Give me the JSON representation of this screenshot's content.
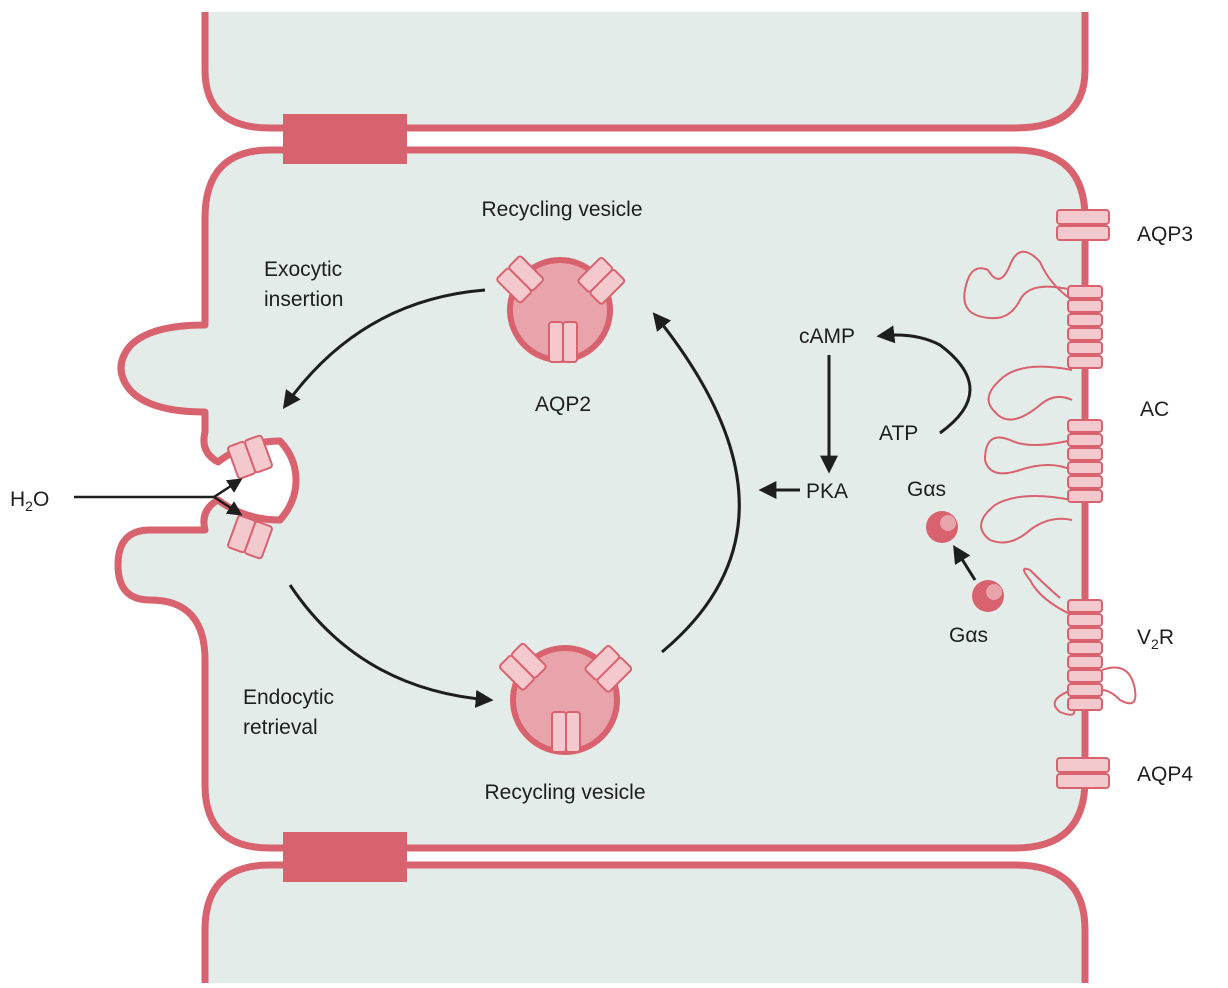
{
  "labels": {
    "recycling_vesicle_top": "Recycling vesicle",
    "recycling_vesicle_bottom": "Recycling vesicle",
    "exocytic_line1": "Exocytic",
    "exocytic_line2": "insertion",
    "endocytic_line1": "Endocytic",
    "endocytic_line2": "retrieval",
    "aqp2": "AQP2",
    "aqp3": "AQP3",
    "aqp4": "AQP4",
    "ac": "AC",
    "camp": "cAMP",
    "atp": "ATP",
    "pka": "PKA",
    "water_main": "H",
    "water_sub": "2",
    "water_tail": "O",
    "galpha_upper": "Gαs",
    "galpha_lower": "Gαs",
    "v2r_main": "V",
    "v2r_sub": "2",
    "v2r_tail": "R"
  },
  "colors": {
    "membrane": "#d9626f",
    "cytoplasm": "#e3ece8",
    "vesicle": "#e8a3ab",
    "channel": "#f4c9cd",
    "gprotein": "#d9626f",
    "arrow": "#1e1e1e"
  }
}
